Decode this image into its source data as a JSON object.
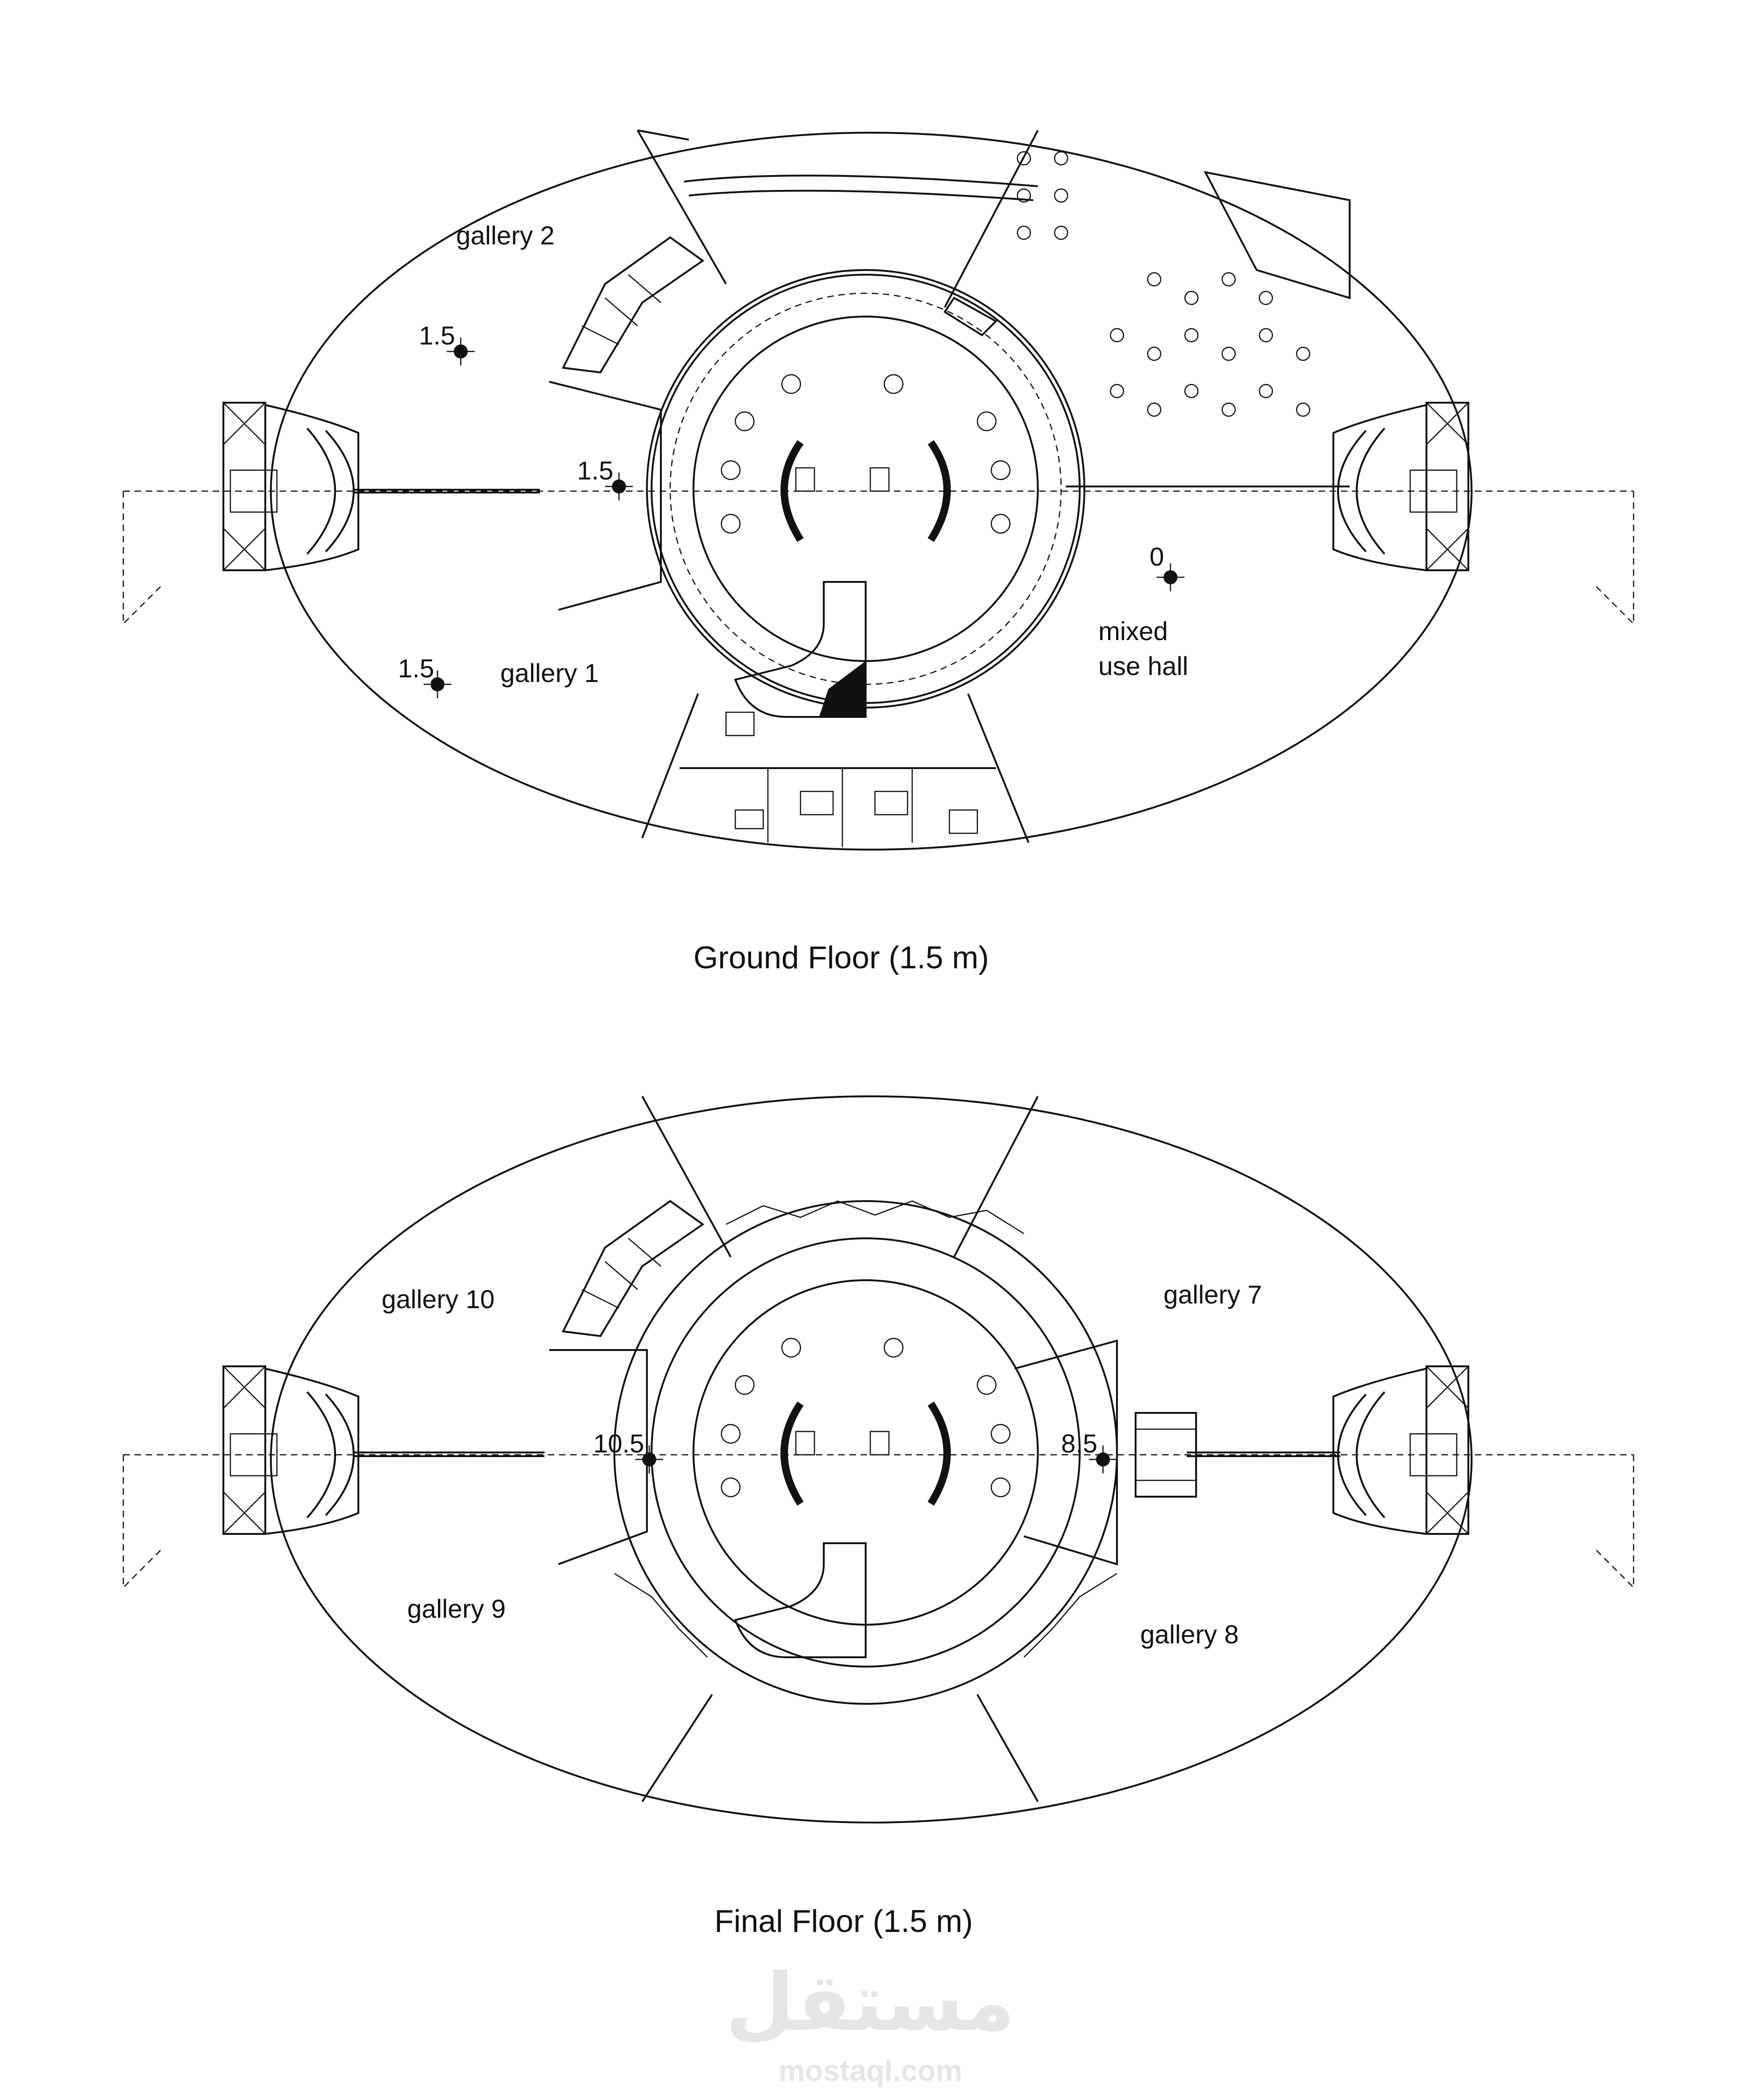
{
  "ground_floor": {
    "caption": "Ground Floor (1.5 m)",
    "rooms": {
      "gallery_2": "gallery 2",
      "gallery_1": "gallery 1",
      "mixed_use_hall_line1": "mixed",
      "mixed_use_hall_line2": "use hall"
    },
    "levels": {
      "gallery_2": "1.5",
      "center": "1.5",
      "gallery_1": "1.5",
      "mixed_use_hall": "0"
    }
  },
  "final_floor": {
    "caption": "Final Floor (1.5 m)",
    "rooms": {
      "gallery_10": "gallery 10",
      "gallery_9": "gallery 9",
      "gallery_7": "gallery 7",
      "gallery_8": "gallery 8"
    },
    "levels": {
      "left_center": "10.5",
      "right_center": "8.5"
    }
  },
  "watermark": {
    "arabic": "مستقل",
    "site": "mostaql.com"
  }
}
